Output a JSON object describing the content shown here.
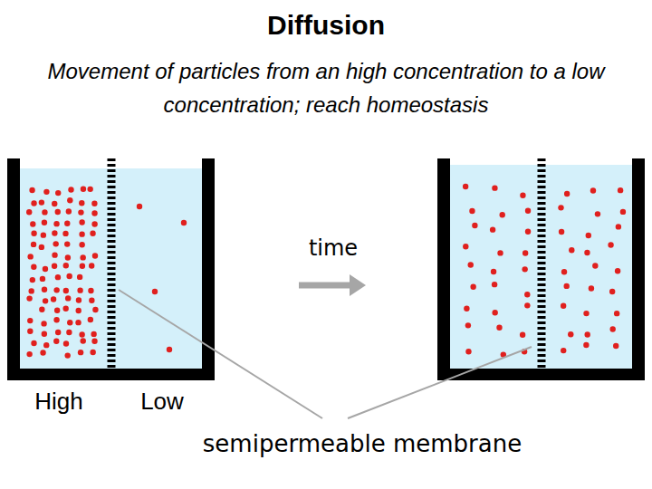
{
  "diagram": {
    "title": "Diffusion",
    "labels": [
      "Movement of particles from an high concentration to a low concentration; reach homeostasis",
      "High",
      "Low",
      "time",
      "semipermeable membrane"
    ]
  }
}
